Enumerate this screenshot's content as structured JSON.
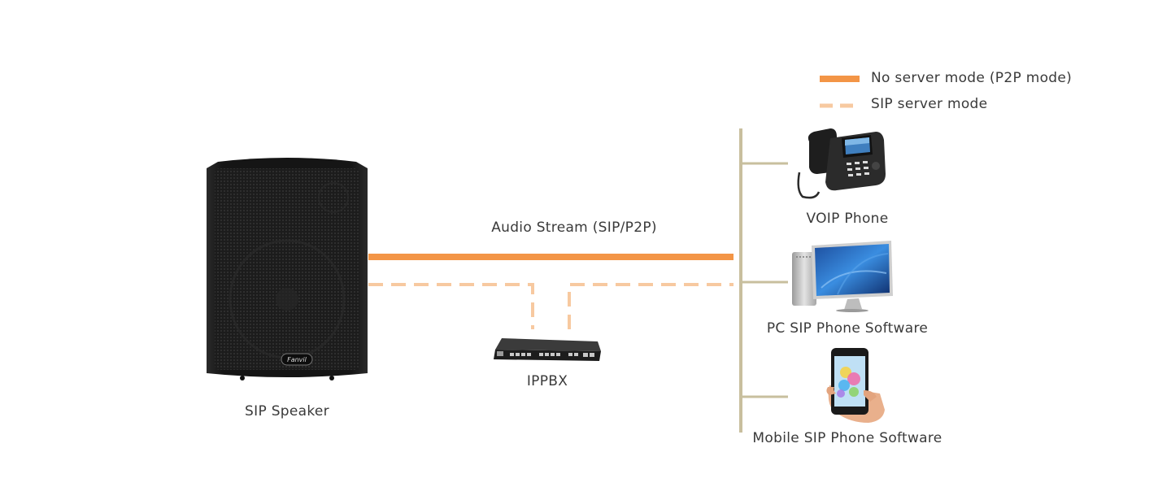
{
  "legend": {
    "p2p_label": "No server mode (P2P mode)",
    "sip_label": "SIP server mode"
  },
  "stream_label": "Audio Stream (SIP/P2P)",
  "devices": {
    "speaker": {
      "label": "SIP Speaker",
      "brand": "Fanvil"
    },
    "ippbx": {
      "label": "IPPBX"
    },
    "voip_phone": {
      "label": "VOIP Phone"
    },
    "pc": {
      "label": "PC SIP Phone Software"
    },
    "mobile": {
      "label": "Mobile SIP Phone Software"
    }
  },
  "colors": {
    "p2p_line": "#f39546",
    "sip_line": "#f7c9a0",
    "bus": "#c8bf9e"
  }
}
